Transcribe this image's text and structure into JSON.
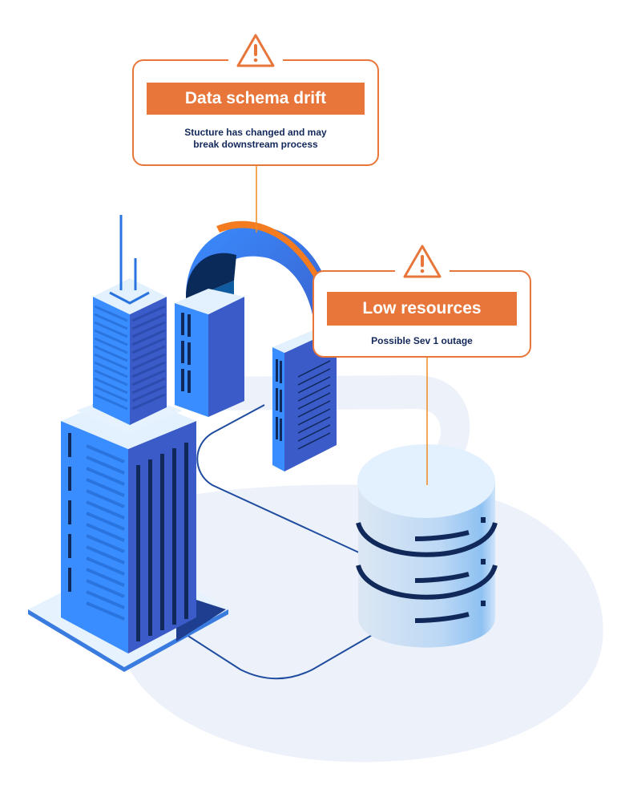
{
  "colors": {
    "accent_orange": "#E8763A",
    "text_navy": "#13285A",
    "building_blue": "#3A8DFF",
    "building_dark": "#3B5BC8",
    "window_navy": "#10295A",
    "ground_tint": "#ECF1FA",
    "db_light": "#E3F0FD"
  },
  "callouts": [
    {
      "id": "schema-drift",
      "icon": "warning-triangle-icon",
      "title": "Data schema drift",
      "description_lines": [
        "Stucture has changed and may",
        "break downstream process"
      ]
    },
    {
      "id": "low-resources",
      "icon": "warning-triangle-icon",
      "title": "Low resources",
      "description_lines": [
        "Possible Sev 1 outage"
      ]
    }
  ],
  "illustration": {
    "elements": [
      "skyscraper",
      "arch-building",
      "database-cylinder",
      "network-links"
    ]
  }
}
